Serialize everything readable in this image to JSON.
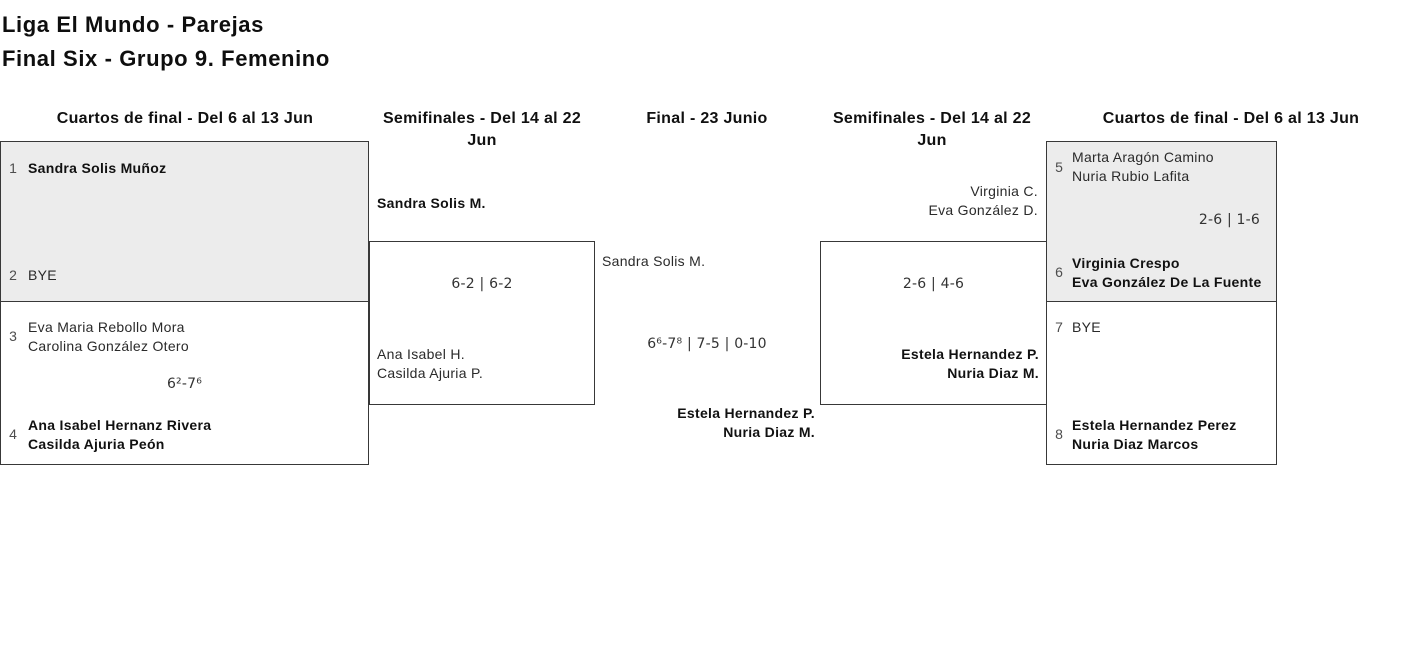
{
  "page": {
    "title_line1": "Liga El Mundo - Parejas",
    "title_line2": "Final Six - Grupo 9. Femenino"
  },
  "headers": {
    "qf_left": "Cuartos de final - Del 6 al 13 Jun",
    "sf_left": "Semifinales - Del 14 al 22 Jun",
    "final": "Final - 23 Junio",
    "sf_right": "Semifinales - Del 14 al 22 Jun",
    "qf_right": "Cuartos de final - Del 6 al 13 Jun"
  },
  "bracket": {
    "qf1": {
      "seed_top": "1",
      "top1": "Sandra Solis Muñoz",
      "seed_bottom": "2",
      "bottom1": "BYE"
    },
    "qf2": {
      "seed_top": "3",
      "top1": "Eva Maria Rebollo Mora",
      "top2": "Carolina González Otero",
      "score": "6²-7⁶",
      "seed_bottom": "4",
      "bottom1": "Ana Isabel Hernanz Rivera",
      "bottom2": "Casilda Ajuria Peón"
    },
    "sf_left": {
      "top1": "Sandra Solis M.",
      "score": "6-2 | 6-2",
      "bottom1": "Ana Isabel H.",
      "bottom2": "Casilda Ajuria P."
    },
    "final": {
      "top1": "Sandra Solis M.",
      "score": "6⁶-7⁸ | 7-5 | 0-10",
      "bottom1": "Estela Hernandez P.",
      "bottom2": "Nuria Diaz M."
    },
    "sf_right": {
      "top1": "Virginia C.",
      "top2": "Eva González D.",
      "score": "2-6 | 4-6",
      "bottom1": "Estela Hernandez P.",
      "bottom2": "Nuria Diaz M."
    },
    "qf5": {
      "seed_top": "5",
      "top1": "Marta Aragón Camino",
      "top2": "Nuria Rubio Lafita",
      "score": "2-6 | 1-6",
      "seed_bottom": "6",
      "bottom1": "Virginia Crespo",
      "bottom2": "Eva González De La Fuente"
    },
    "qf7": {
      "seed_top": "7",
      "top1": "BYE",
      "seed_bottom": "8",
      "bottom1": "Estela Hernandez Perez",
      "bottom2": "Nuria Diaz Marcos"
    }
  },
  "colors": {
    "shaded_box_fill": "#ececec",
    "box_border": "#383838",
    "seed_text": "#4d4d4d",
    "winner_text": "#111111"
  }
}
